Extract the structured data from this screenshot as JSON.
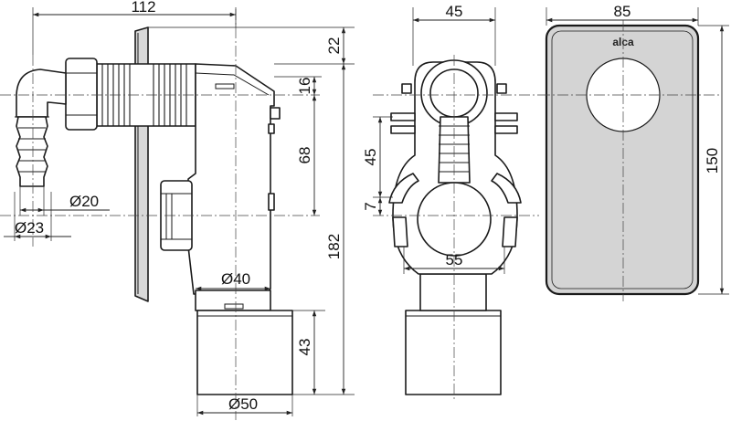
{
  "dimensions": {
    "side_width": "112",
    "top_offset": "22",
    "outlet_offset": "16",
    "inlet_spacing": "68",
    "total_height": "182",
    "bottom_height": "43",
    "hose_inner": "Ø20",
    "hose_outer": "Ø23",
    "body_diameter": "Ø40",
    "outlet_diameter": "Ø50",
    "front_width": "45",
    "front_upper": "45",
    "front_gap": "7",
    "front_span": "55",
    "cover_width": "85",
    "cover_height": "150"
  },
  "cover": {
    "brand": "alca",
    "fill_color": "#d4d4d4"
  }
}
